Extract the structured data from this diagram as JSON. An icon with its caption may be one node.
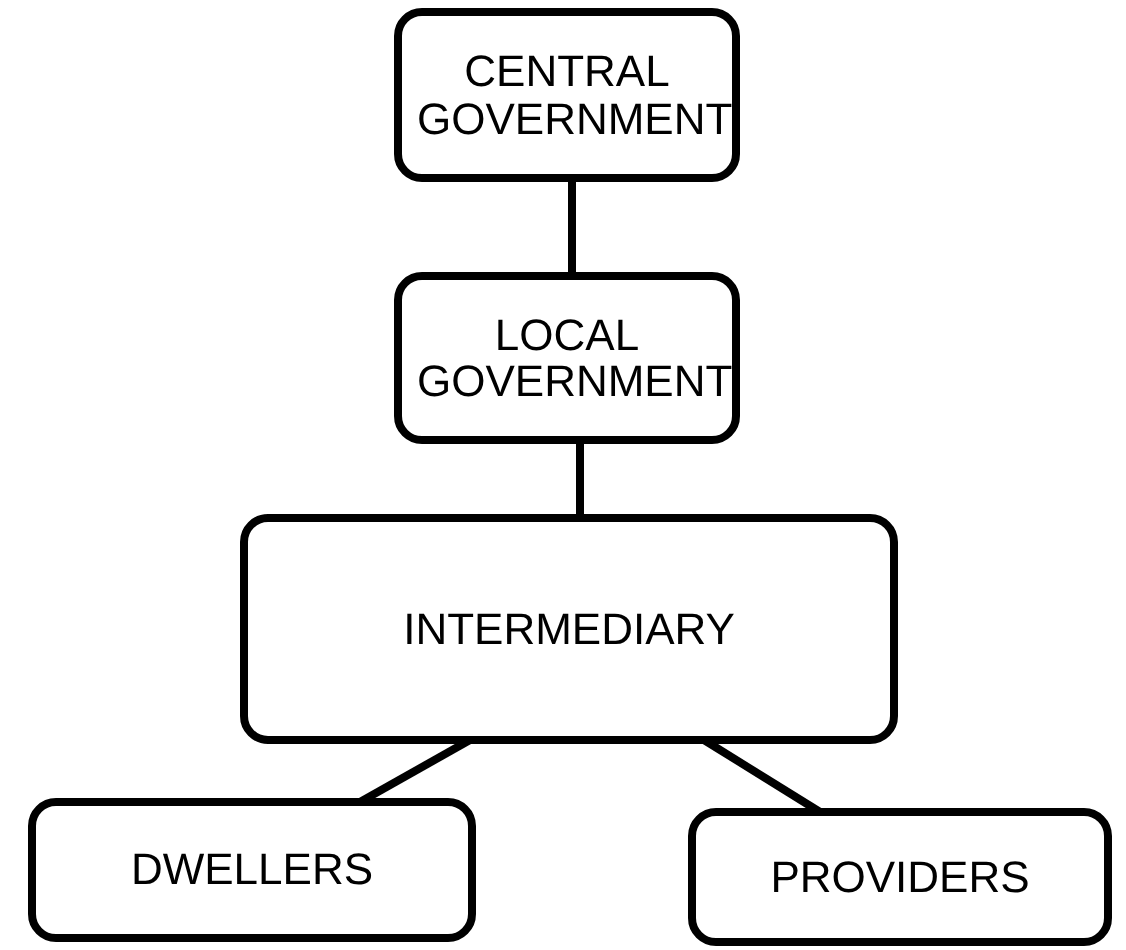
{
  "diagram": {
    "nodes": [
      {
        "text": [
          "CENTRAL GOVERNMENT"
        ]
      },
      {
        "text": [
          "LOCAL GOVERNMENT"
        ]
      },
      {
        "text": [
          "INTERMEDIARY"
        ]
      },
      {
        "text": [
          "DWELLERS"
        ]
      },
      {
        "text": [
          "PROVIDERS"
        ]
      }
    ],
    "edges": [
      {
        "from": 0,
        "to": 1,
        "arrow": "none"
      },
      {
        "from": 1,
        "to": 2,
        "arrow": "none"
      },
      {
        "from": 2,
        "to": 3,
        "arrow": "none"
      },
      {
        "from": 2,
        "to": 4,
        "arrow": "none"
      }
    ]
  }
}
